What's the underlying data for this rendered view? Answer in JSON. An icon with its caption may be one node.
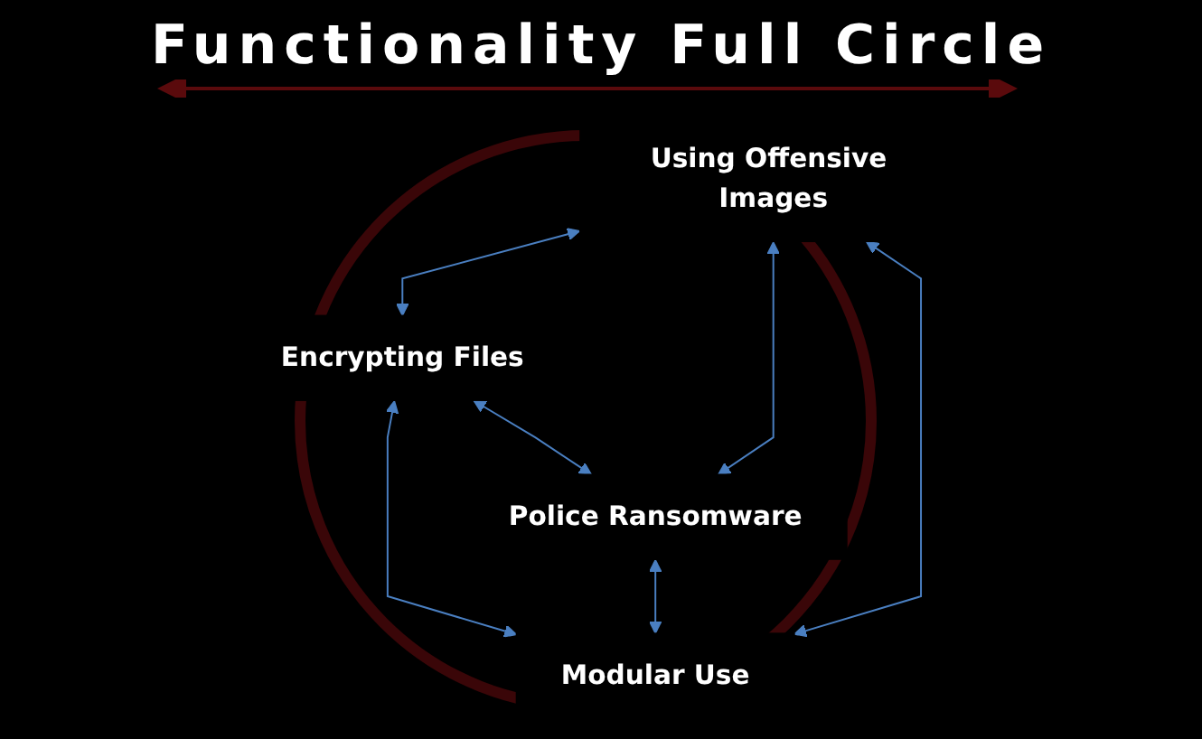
{
  "diagram": {
    "title": "Functionality Full Circle",
    "nodes": [
      {
        "text": [
          "Using Offensive Images"
        ]
      },
      {
        "text": [
          "Encrypting Files"
        ]
      },
      {
        "text": [
          "Modular Use"
        ]
      },
      {
        "text": [
          "Police Ransomware"
        ]
      }
    ],
    "edges": [
      {
        "from": 0,
        "to": 1,
        "arrow": "both"
      },
      {
        "from": 0,
        "to": 3,
        "arrow": "both"
      },
      {
        "from": 0,
        "to": 2,
        "arrow": "both"
      },
      {
        "from": 1,
        "to": 2,
        "arrow": "both"
      },
      {
        "from": 1,
        "to": 3,
        "arrow": "both"
      },
      {
        "from": 3,
        "to": 2,
        "arrow": "both"
      }
    ]
  }
}
